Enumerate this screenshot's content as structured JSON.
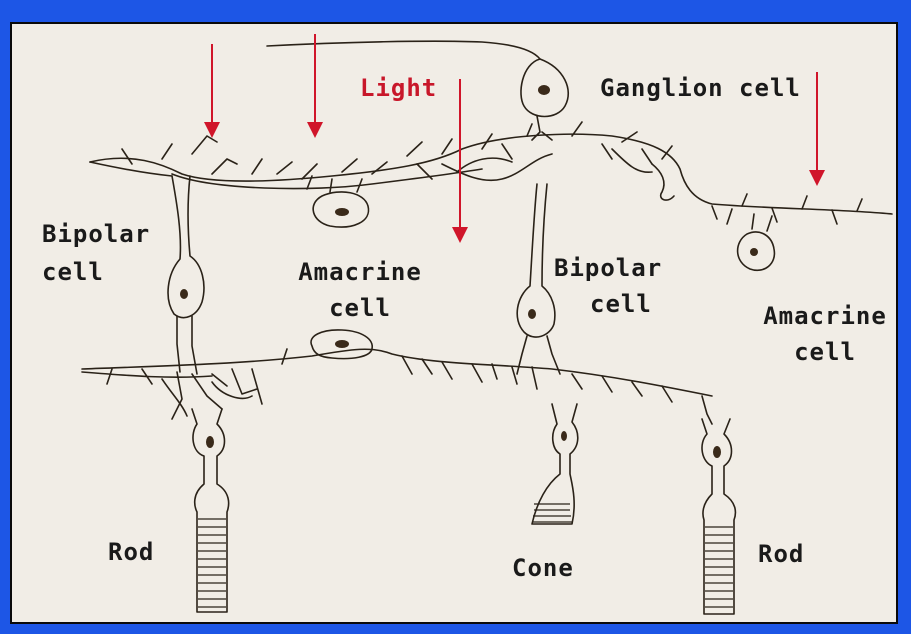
{
  "labels": {
    "light": "Light",
    "ganglion": "Ganglion cell",
    "bipolar_left_1": "Bipolar",
    "bipolar_left_2": "cell",
    "amacrine_mid_1": "Amacrine",
    "amacrine_mid_2": "cell",
    "bipolar_right_1": "Bipolar",
    "bipolar_right_2": "cell",
    "amacrine_right_1": "Amacrine",
    "amacrine_right_2": "cell",
    "rod_left": "Rod",
    "cone": "Cone",
    "rod_right": "Rod"
  },
  "colors": {
    "frame": "#1d56e6",
    "paper": "#f1ede6",
    "ink": "#2a2218",
    "arrow": "#d0152a",
    "nucleus": "#3a2a1a"
  }
}
